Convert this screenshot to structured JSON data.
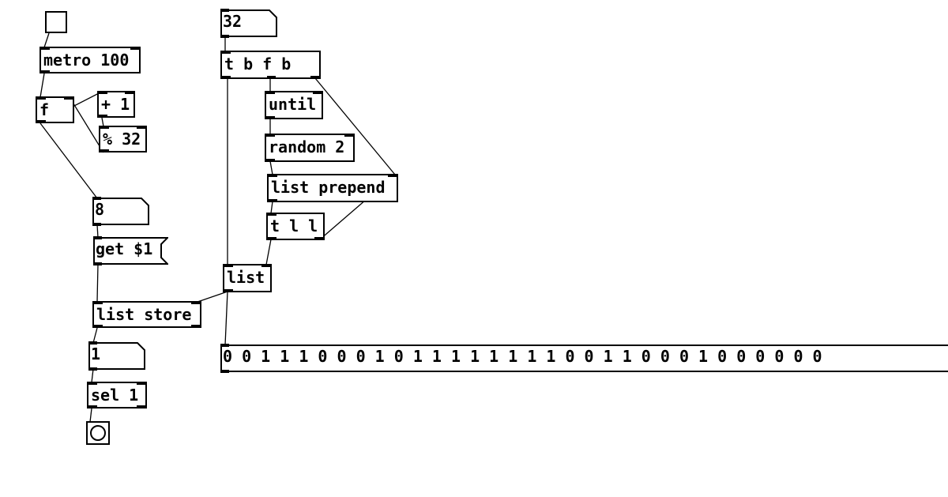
{
  "patch": {
    "left_chain": {
      "metro": "metro 100",
      "float": "f",
      "add": "+ 1",
      "mod": "% 32",
      "index_number": "8",
      "get_message": "get $1",
      "list_store": "list store",
      "bit_number": "1",
      "select": "sel 1"
    },
    "right_chain": {
      "length_number": "32",
      "trigger_top": "t b f b",
      "until": "until",
      "random": "random 2",
      "list_prepend": "list prepend",
      "trigger_bottom": "t l l",
      "list": "list",
      "output_list": "0 0 1 1 1 0 0 0 1 0 1 1 1 1 1 1 1 1 0 0 1 1 0 0 0 1 0 0 0 0 0 0"
    }
  },
  "colors": {
    "stroke": "#000000",
    "background": "#ffffff"
  }
}
